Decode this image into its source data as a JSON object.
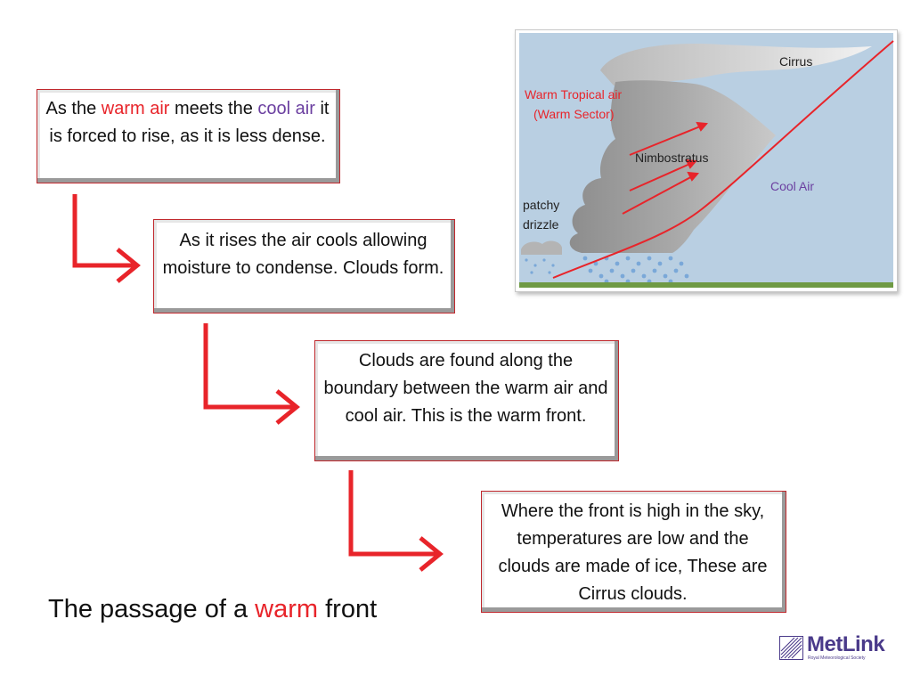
{
  "steps": [
    {
      "part1": "As the ",
      "warm": "warm air",
      "part2": " meets the ",
      "cool": "cool air",
      "part3": " it is forced to rise, as it is less dense."
    },
    {
      "text": "As it rises the air cools allowing moisture to condense. Clouds form."
    },
    {
      "text": "Clouds are found along the boundary between the warm air and cool air. This is the warm front."
    },
    {
      "text": "Where the front is high in the sky, temperatures are low and the clouds are made of ice, These are Cirrus clouds."
    }
  ],
  "title": {
    "part1": "The passage of a ",
    "warm": "warm",
    "part2": " front"
  },
  "diagram": {
    "cirrus": "Cirrus",
    "warm_air_line1": "Warm Tropical air",
    "warm_air_line2": "(Warm Sector)",
    "nimbostratus": "Nimbostratus",
    "cool_air": "Cool  Air",
    "drizzle_line1": "patchy",
    "drizzle_line2": "drizzle"
  },
  "logo": {
    "name": "MetLink",
    "subtitle": "Royal Meteorological Society"
  },
  "colors": {
    "warm": "#e8242a",
    "cool": "#6b3fa0",
    "arrow": "#e8242a",
    "box_border": "#c0282d",
    "sky": "#b9cfe2",
    "ground": "#6f9a44",
    "rain": "#7aa8d8",
    "logo": "#4a3a8a"
  }
}
